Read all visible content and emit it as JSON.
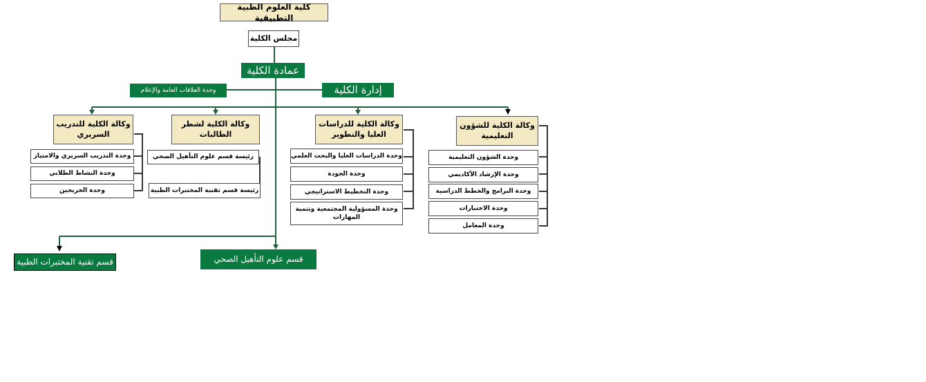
{
  "title": "كلية العلوم الطبية التطبيقية",
  "council": "مجلس الكلية",
  "deanship": "عمادة الكلية",
  "administration": "إدارة الكلية",
  "pr_unit": "وحدة العلاقات العامة والإعلام",
  "vice_deans": {
    "clinical": "وكالة الكلية للتدريب السريري",
    "female": "وكالة الكلية لشطر الطالبات",
    "graduate": "وكالة الكلية للدراسات العليا والتطوير",
    "academic": "وكالة الكلية للشؤون التعليمية"
  },
  "clinical_units": [
    "وحدة التدريب السريري والامتياز",
    "وحدة النشاط الطلابي",
    "وحدة الخريجين"
  ],
  "female_units": [
    "رئيسة قسم علوم التأهيل الصحي",
    "رئيسة قسم تقنية المختبرات الطبية"
  ],
  "graduate_units": [
    "وحدة الدراسات العليا والبحث العلمي",
    "وحدة الجودة",
    "وحدة التخطيط الاستراتيجي",
    "وحدة المسؤولية المجتمعية وتنمية المهارات"
  ],
  "academic_units": [
    "وحدة الشؤون التعليمية",
    "وحدة الإرشاد الأكاديمي",
    "وحدة البرامج والخطط الدراسية",
    "وحدة الاختبارات",
    "وحدة المعامل"
  ],
  "departments": {
    "lab_tech": "قسم تقنية المختبرات الطبية",
    "rehab": "قسم علوم التأهيل الصحي"
  },
  "colors": {
    "green": "#0a7a40",
    "tan": "#f3e9c2",
    "line": "#1f5e3a"
  }
}
